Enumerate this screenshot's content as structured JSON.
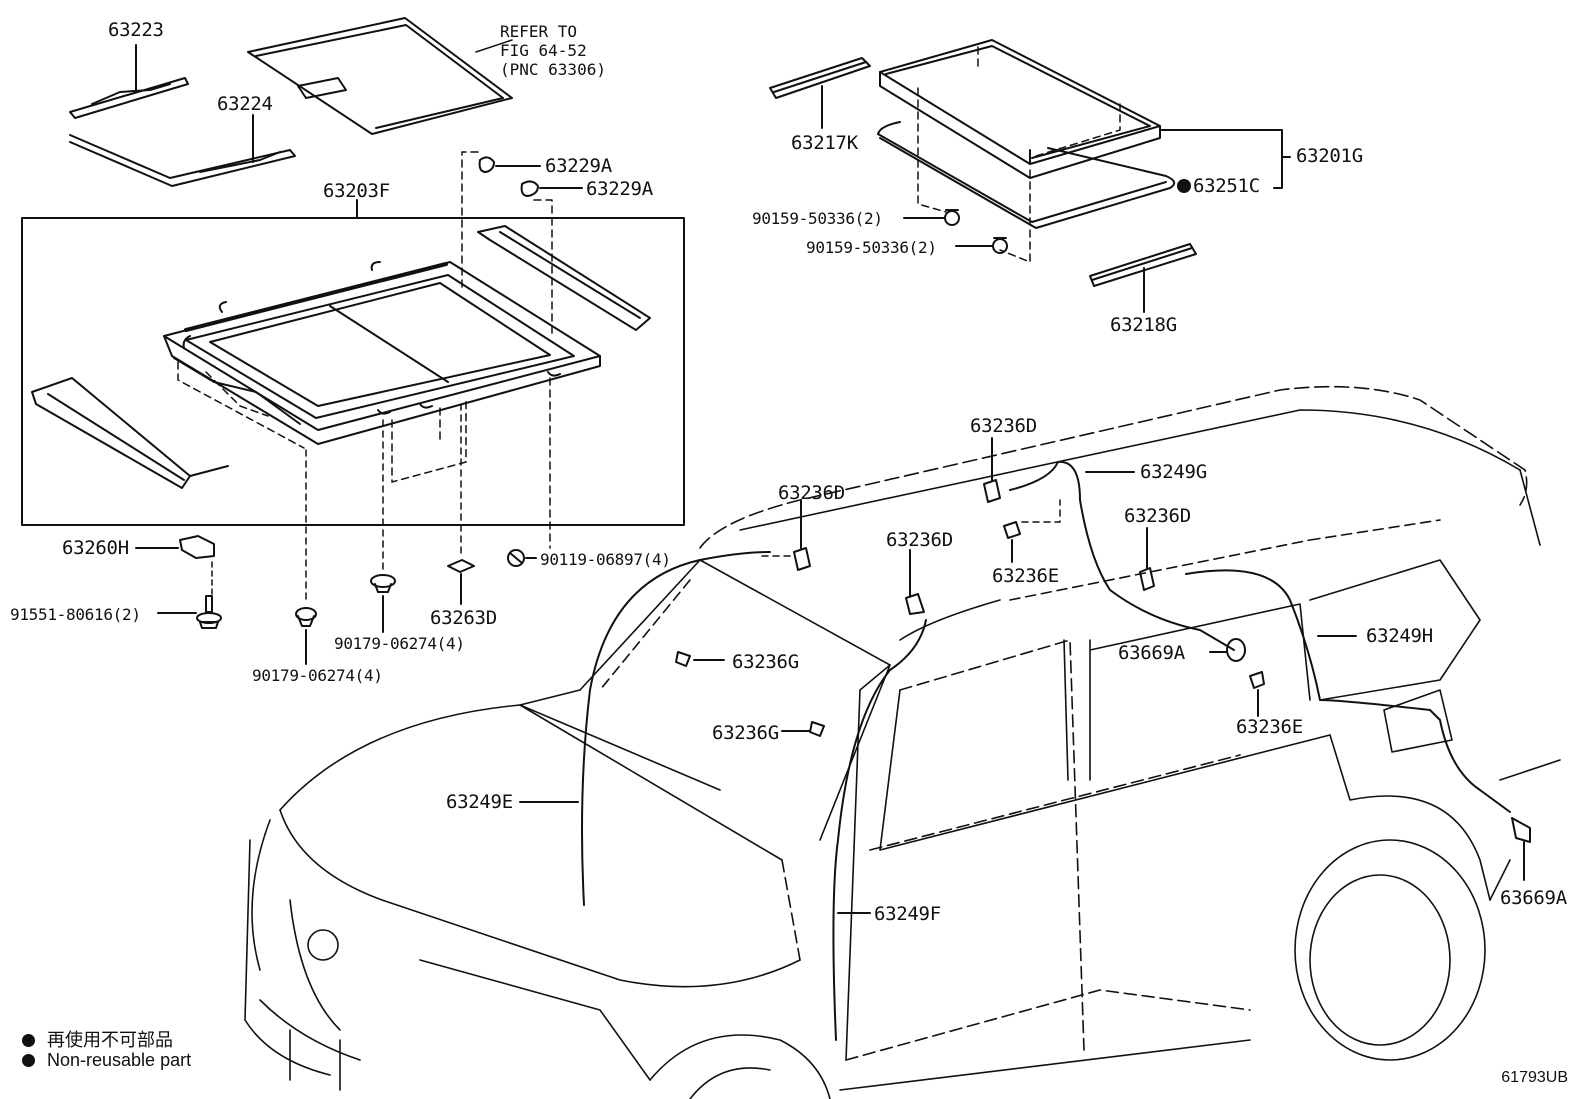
{
  "refer_note": [
    "REFER TO",
    "FIG 64-52",
    "(PNC 63306)"
  ],
  "labels": {
    "p63223": "63223",
    "p63224": "63224",
    "p63229A_1": "63229A",
    "p63229A_2": "63229A",
    "p63203F": "63203F",
    "p63217K": "63217K",
    "p63201G": "63201G",
    "p63251C": "63251C",
    "p90159_1": "90159-50336(2)",
    "p90159_2": "90159-50336(2)",
    "p63218G": "63218G",
    "p63260H": "63260H",
    "p91551": "91551-80616(2)",
    "p90119": "90119-06897(4)",
    "p63263D": "63263D",
    "p90179_1": "90179-06274(4)",
    "p90179_2": "90179-06274(4)",
    "p63236D_1": "63236D",
    "p63236D_2": "63236D",
    "p63236D_3": "63236D",
    "p63236D_4": "63236D",
    "p63249G": "63249G",
    "p63236E_1": "63236E",
    "p63236E_2": "63236E",
    "p63669A_1": "63669A",
    "p63669A_2": "63669A",
    "p63249H": "63249H",
    "p63236G_1": "63236G",
    "p63236G_2": "63236G",
    "p63249E": "63249E",
    "p63249F": "63249F"
  },
  "legend": {
    "jp": "再使用不可部品",
    "en": "Non-reusable part"
  },
  "figure_id": "61793UB",
  "colors": {
    "ink": "#111111",
    "background": "#ffffff"
  }
}
